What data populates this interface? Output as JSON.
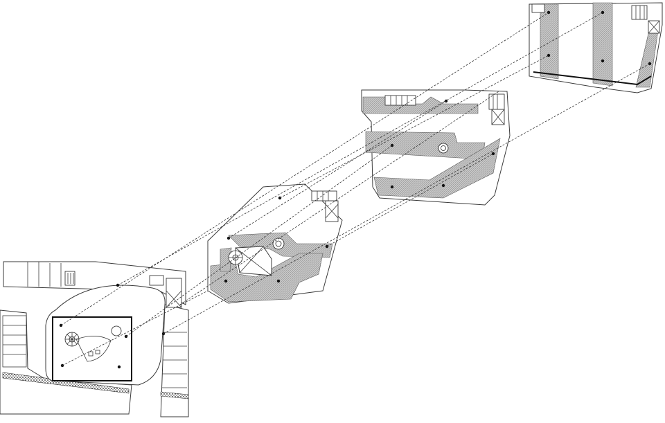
{
  "diagram": {
    "type": "exploded axonometric floor plans",
    "colors": {
      "background": "#ffffff",
      "line": "#3a3a3a",
      "hatch": "#b5b5b5",
      "column": "#111111"
    },
    "levels": [
      {
        "id": "ground"
      },
      {
        "id": "level-2"
      },
      {
        "id": "level-3"
      },
      {
        "id": "level-4"
      }
    ]
  }
}
